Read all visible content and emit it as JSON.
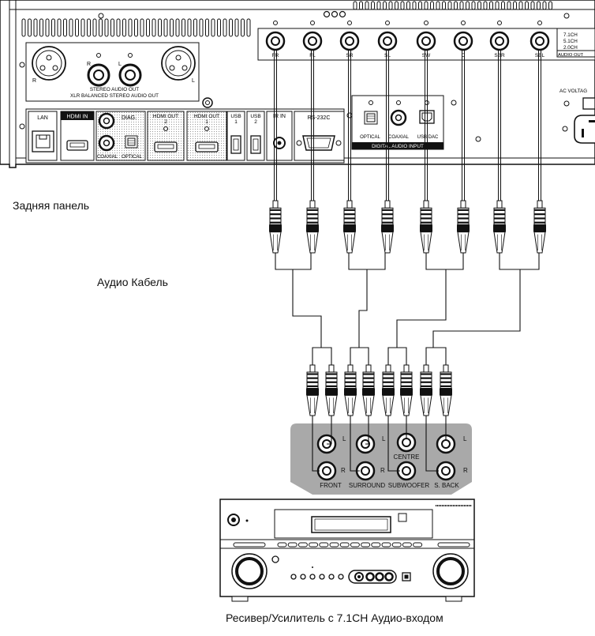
{
  "captions": {
    "rear_panel": "Задняя панель",
    "audio_cable": "Аудио Кабель",
    "receiver": "Ресивер/Усилитель с 7.1CH Аудио-входом"
  },
  "player": {
    "xlr_label": "XLR BALANCED STEREO AUDIO OUT",
    "stereo_label": "STEREO AUDIO OUT",
    "xlr_r": "R",
    "xlr_l": "L",
    "rca_r": "R",
    "rca_l": "L",
    "lan": "LAN",
    "hdmi_in": "HDMI IN",
    "diag": "DIAG.",
    "coaxial": "COAXIAL",
    "optical": "OPTICAL",
    "hdmi_out_2": [
      "HDMI OUT",
      "2"
    ],
    "hdmi_out_1": [
      "HDMI OUT",
      "1"
    ],
    "usb1": [
      "USB",
      "1"
    ],
    "usb2": [
      "USB",
      "2"
    ],
    "ir_in": "IR IN",
    "rs232": "RS-232C",
    "dai_optical": "OPTICAL",
    "dai_coaxial": "COAXIAL",
    "dai_usbdac": "USB DAC",
    "digital_audio_input": "DIGITAL AUDIO INPUT",
    "audio_out_channels": [
      "FR",
      "FL",
      "SR",
      "SL",
      "SW",
      "C",
      "SBR",
      "SBL"
    ],
    "mode_lines": [
      "7.1CH",
      "5.1CH",
      "2.0CH"
    ],
    "audio_out": "AUDIO OUT",
    "ac_voltage": "AC VOLTAG"
  },
  "receiver_panel": {
    "front": "FRONT",
    "surround": "SURROUND",
    "subwoofer": "SUBWOOFER",
    "s_back": "S. BACK",
    "centre": "CENTRE",
    "l": "L",
    "r": "R"
  },
  "colors": {
    "line": "#111111",
    "panel_gray": "#b9b9b9",
    "receiver_panel_gray": "#a9a9a9"
  }
}
